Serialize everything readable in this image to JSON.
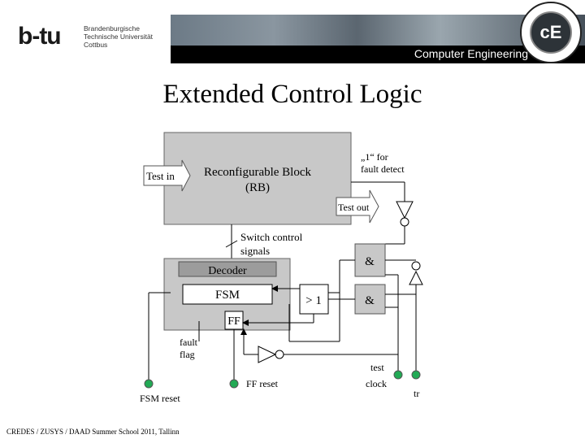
{
  "header": {
    "logo_text": "b-tu",
    "university_lines": [
      "Brandenburgische",
      "Technische Universität",
      "Cottbus"
    ],
    "banner_text": "Computer Engineering",
    "emblem_text": "cE"
  },
  "slide": {
    "title": "Extended Control Logic"
  },
  "diagram": {
    "rb_label_1": "Reconfigurable Block",
    "rb_label_2": "(RB)",
    "test_in": "Test in",
    "test_out": "Test out",
    "fault_detect_1": "„1“ for",
    "fault_detect_2": "fault detect",
    "switch_control_1": "Switch control",
    "switch_control_2": "signals",
    "decoder": "Decoder",
    "fsm": "FSM",
    "ff": "FF",
    "or_gate": "> 1",
    "and_top": "&",
    "and_bottom": "&",
    "fault_flag_1": "fault",
    "fault_flag_2": "flag",
    "fsm_reset": "FSM reset",
    "ff_reset": "FF reset",
    "test_label": "test",
    "clock_label": "clock",
    "tr_label": "tr"
  },
  "footer": {
    "text": "CREDES / ZUSYS / DAAD Summer School 2011, Tallinn"
  },
  "colors": {
    "block_gray": "#c8c8c8",
    "decoder_gray": "#9c9c9c",
    "pin_green": "#22aa55"
  }
}
